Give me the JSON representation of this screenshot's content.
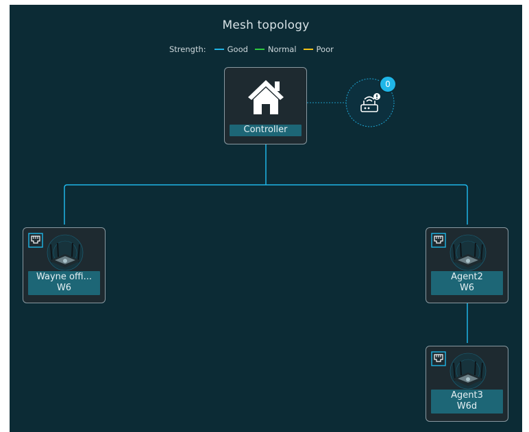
{
  "header": {
    "title": "Mesh topology"
  },
  "legend": {
    "label": "Strength:",
    "items": [
      {
        "name": "Good",
        "color": "#1fb6e8"
      },
      {
        "name": "Normal",
        "color": "#2ecc40"
      },
      {
        "name": "Poor",
        "color": "#f5c518"
      }
    ]
  },
  "controller": {
    "label": "Controller",
    "icon": "home-icon"
  },
  "unassigned": {
    "count": "0",
    "icon": "router-alert-icon"
  },
  "nodes": [
    {
      "name": "Wayne offi...",
      "model": "W6",
      "uplink": "ethernet",
      "icon": "router-image"
    },
    {
      "name": "Agent2",
      "model": "W6",
      "uplink": "ethernet",
      "icon": "router-image"
    },
    {
      "name": "Agent3",
      "model": "W6d",
      "uplink": "ethernet",
      "icon": "router-image"
    }
  ],
  "colors": {
    "background": "#0c2b35",
    "link": "#1fb6e8",
    "label_bg": "#1d6676"
  }
}
